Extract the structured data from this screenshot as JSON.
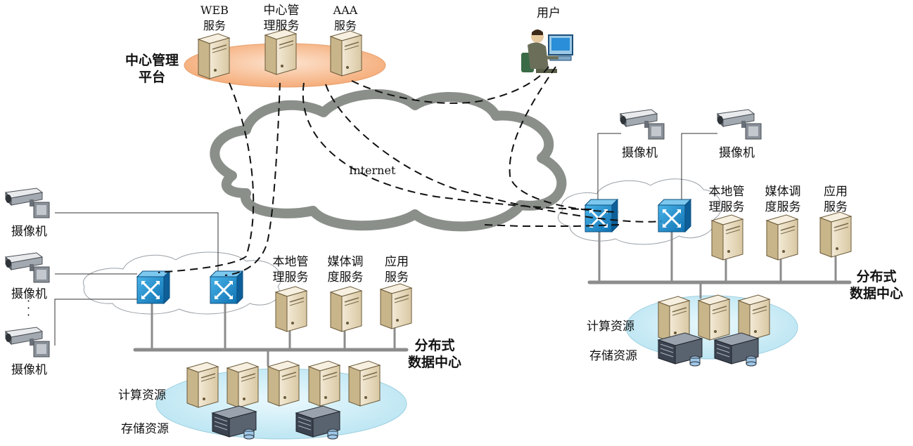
{
  "center_platform": {
    "label_lines": [
      "中心管理",
      "平台"
    ],
    "servers": [
      {
        "lines": [
          "WEB",
          "服务"
        ]
      },
      {
        "lines": [
          "中心管",
          "理服务"
        ]
      },
      {
        "lines": [
          "AAA",
          "服务"
        ]
      }
    ]
  },
  "user": {
    "label": "用户"
  },
  "internet": {
    "label": "Internet"
  },
  "left_dc": {
    "label_lines": [
      "分布式",
      "数据中心"
    ],
    "cameras": [
      {
        "label": "摄像机"
      },
      {
        "label": "摄像机"
      },
      {
        "label": "摄像机"
      }
    ],
    "ellipsis": "·\n·\n·",
    "services": [
      {
        "lines": [
          "本地管",
          "理服务"
        ]
      },
      {
        "lines": [
          "媒体调",
          "度服务"
        ]
      },
      {
        "lines": [
          "应用",
          "服务"
        ]
      }
    ],
    "compute_label": "计算资源",
    "storage_label": "存储资源"
  },
  "right_dc": {
    "label_lines": [
      "分布式",
      "数据中心"
    ],
    "cameras": [
      {
        "label": "摄像机"
      },
      {
        "label": "摄像机"
      }
    ],
    "services": [
      {
        "lines": [
          "本地管",
          "理服务"
        ]
      },
      {
        "lines": [
          "媒体调",
          "度服务"
        ]
      },
      {
        "lines": [
          "应用",
          "服务"
        ]
      }
    ],
    "compute_label": "计算资源",
    "storage_label": "存储资源"
  },
  "colors": {
    "platform_fill": "#f6b98b",
    "cloud_stroke": "#8a8f8a",
    "switch_blue": "#1d8fd0",
    "resource_fill": "#cdeef7",
    "bus": "#8c8c8c",
    "server_beige": "#e9dcc0"
  }
}
